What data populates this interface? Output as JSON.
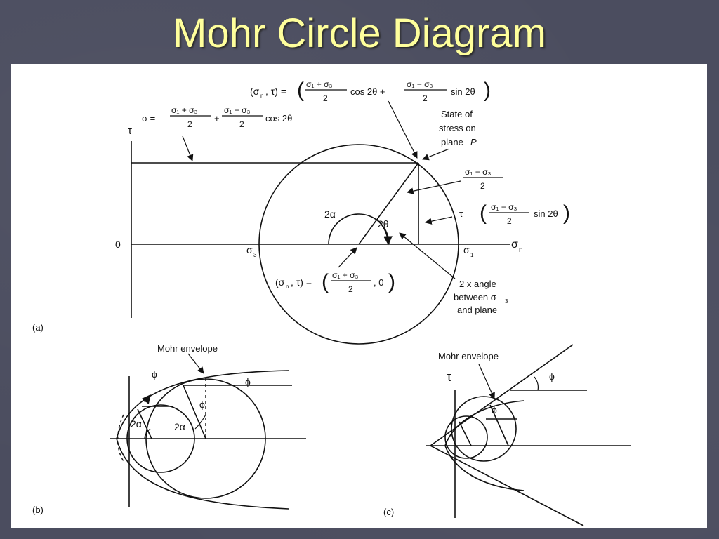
{
  "slide": {
    "title": "Mohr Circle Diagram",
    "title_color": "#ffff9c",
    "background_color": "#4b4d5f"
  },
  "diagram_a": {
    "label": "(a)",
    "tau_axis": "τ",
    "origin": "0",
    "sigma3": "σ",
    "sigma3_sub": "3",
    "sigma1": "σ",
    "sigma1_sub": "1",
    "sigma_n_axis": "σ",
    "sigma_n_sub": "n",
    "angle_2alpha": "2α",
    "angle_2theta": "2θ",
    "top_formula": {
      "lhs": "(σ",
      "lhs_sub": "n",
      "lhs_rest": ", τ) =",
      "num1": "σ₁ + σ₃",
      "den1": "2",
      "mid": "cos 2θ   +",
      "num2": "σ₁ − σ₃",
      "den2": "2",
      "tail": "sin 2θ"
    },
    "sigma_formula": {
      "lhs": "σ =",
      "num1": "σ₁ + σ₃",
      "den1": "2",
      "plus": "+",
      "num2": "σ₁ − σ₃",
      "den2": "2",
      "tail": "cos 2θ"
    },
    "state_label": [
      "State of",
      "stress on",
      "plane"
    ],
    "state_label_p": "P",
    "radius_formula": {
      "num": "σ₁ − σ₃",
      "den": "2"
    },
    "tau_formula": {
      "lhs": "τ =",
      "num": "σ₁ − σ₃",
      "den": "2",
      "tail": "sin 2θ"
    },
    "center_formula": {
      "lhs": "(σ",
      "lhs_sub": "n",
      "lhs_rest": ", τ) =",
      "num": "σ₁ + σ₃",
      "den": "2",
      "tail": ",  0"
    },
    "angle_note": [
      "2 x angle",
      "between σ",
      "and plane"
    ],
    "angle_note_sub": "3"
  },
  "diagram_b": {
    "label": "(b)",
    "envelope_label": "Mohr envelope",
    "phi": "ϕ",
    "angle_2alpha": "2α"
  },
  "diagram_c": {
    "label": "(c)",
    "envelope_label": "Mohr envelope",
    "tau_axis": "τ",
    "phi": "ϕ"
  }
}
